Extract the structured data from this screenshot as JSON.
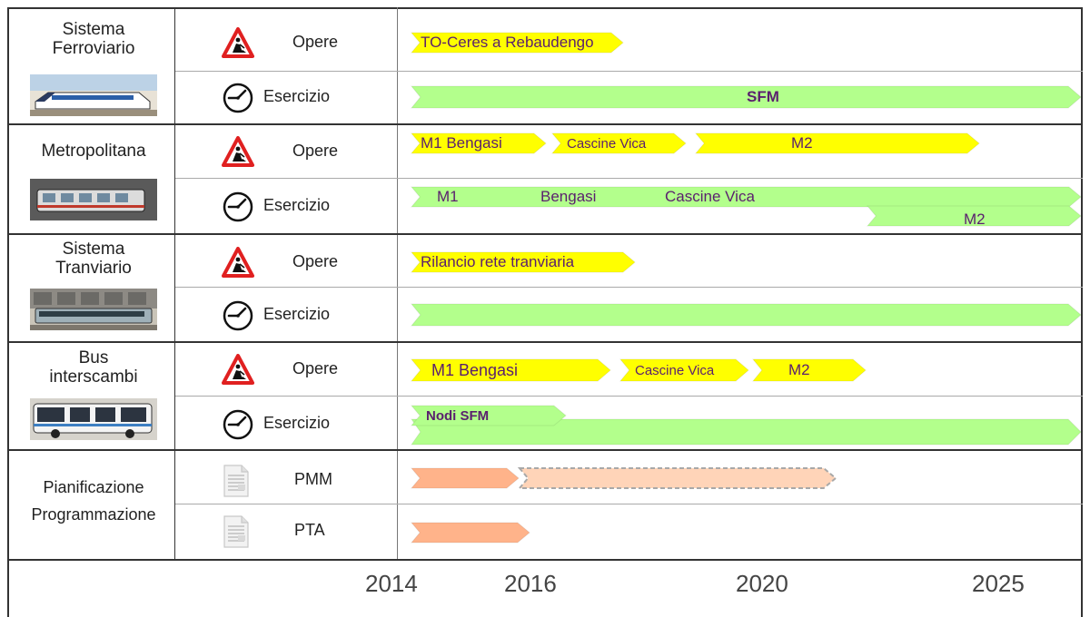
{
  "rows": [
    {
      "category_lines": [
        "Sistema",
        "Ferroviario"
      ],
      "photo": "train-photo"
    },
    {
      "category_lines": [
        "Metropolitana"
      ],
      "photo": "metro-photo"
    },
    {
      "category_lines": [
        "Sistema",
        "Tranviario"
      ],
      "photo": "tram-photo"
    },
    {
      "category_lines": [
        "Bus",
        "interscambi"
      ],
      "photo": "bus-photo"
    },
    {
      "category_lines": [
        "Pianificazione",
        "Programmazione"
      ],
      "photo": ""
    }
  ],
  "sub_labels": {
    "opere": "Opere",
    "esercizio": "Esercizio",
    "pmm": "PMM",
    "pta": "PTA"
  },
  "icons": {
    "opere": "road-work-warning-icon",
    "esercizio": "clock-icon",
    "planning": "document-icon"
  },
  "colors": {
    "yellow": "#ffff00",
    "green": "#b3ff8c",
    "orange": "#ffb38a",
    "light_orange": "#ffd4b8",
    "bar_text": "#5a1f6e"
  },
  "timeline": {
    "ticks": [
      "2014",
      "2016",
      "2020",
      "2025"
    ]
  },
  "bars": {
    "ferro_opere": [
      "TO-Ceres a Rebaudengo"
    ],
    "ferro_eserc": [
      "SFM"
    ],
    "metro_opere": [
      "M1 Bengasi",
      "Cascine Vica",
      "M2"
    ],
    "metro_eserc": [
      "M1",
      "Bengasi",
      "Cascine Vica"
    ],
    "metro_eserc2": [
      "M2"
    ],
    "tram_opere": [
      "Rilancio rete tranviaria"
    ],
    "bus_opere": [
      "M1 Bengasi",
      "Cascine Vica",
      "M2"
    ],
    "bus_eserc": [
      "Nodi SFM"
    ]
  }
}
